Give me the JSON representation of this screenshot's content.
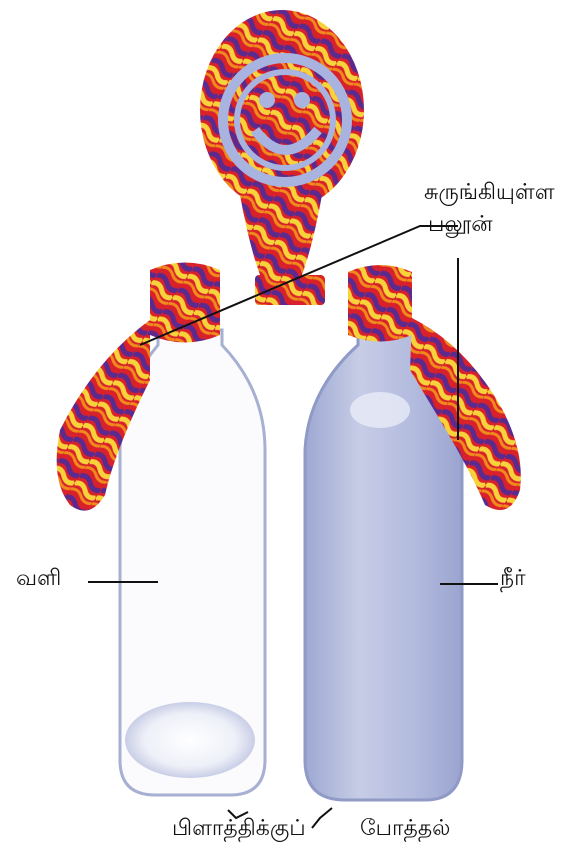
{
  "labels": {
    "shrunk_balloon_line1": "சுருங்கியுள்ள",
    "shrunk_balloon_line2": "பலூன்",
    "air": "வளி",
    "water": "நீர்",
    "plastic_bottle": "பிளாத்திக்குப்",
    "bottle": "போத்தல்"
  },
  "colors": {
    "balloon_red": "#d8212b",
    "balloon_orange": "#f08a1c",
    "balloon_yellow": "#f7d23a",
    "balloon_purple": "#5a2a8e",
    "bottle_outline": "#9aa6c8",
    "water_fill": "#b7bfdc",
    "face_blue": "#a9b3e0"
  }
}
